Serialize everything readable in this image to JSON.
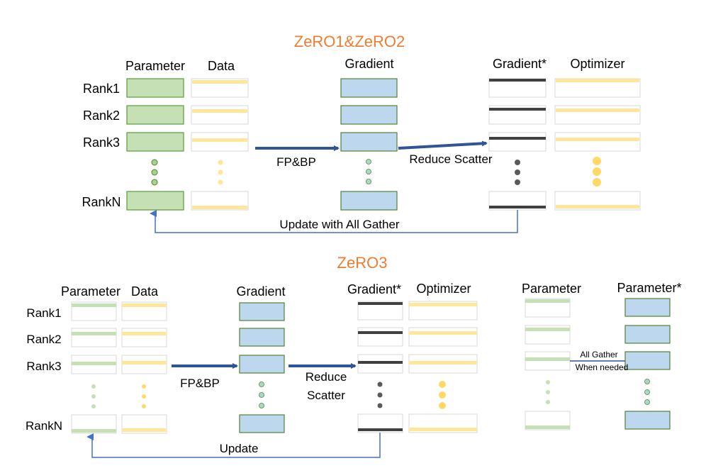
{
  "colors": {
    "title": "#ED7D31",
    "param_fill": "#C5E0B4",
    "param_stroke": "#5B9B3D",
    "grad_fill": "#BDD7EE",
    "grad_stroke": "#548235",
    "stripe_yellow": "#FFE699",
    "stripe_green": "#C5E0B4",
    "stripe_dark": "#404040",
    "arrow": "#2F5597",
    "connector": "#4472C4",
    "slot_stroke": "#D9D9D9",
    "text": "#000000"
  },
  "zero12": {
    "title": "ZeRO1&ZeRO2",
    "col_parameter": "Parameter",
    "col_data": "Data",
    "col_gradient": "Gradient",
    "col_gradient_star": "Gradient*",
    "col_optimizer": "Optimizer",
    "ranks": [
      "Rank1",
      "Rank2",
      "Rank3",
      "RankN"
    ],
    "fp_bp": "FP&BP",
    "reduce_scatter": "Reduce Scatter",
    "update_all_gather": "Update with All Gather"
  },
  "zero3": {
    "title": "ZeRO3",
    "col_parameter": "Parameter",
    "col_data": "Data",
    "col_gradient": "Gradient",
    "col_gradient_star": "Gradient*",
    "col_optimizer": "Optimizer",
    "col_parameter_right": "Parameter",
    "col_parameter_star": "Parameter*",
    "ranks": [
      "Rank1",
      "Rank2",
      "Rank3",
      "RankN"
    ],
    "fp_bp": "FP&BP",
    "reduce_line1": "Reduce",
    "reduce_line2": "Scatter",
    "update": "Update",
    "all_gather_line1": "All Gather",
    "all_gather_line2": "When needed"
  }
}
